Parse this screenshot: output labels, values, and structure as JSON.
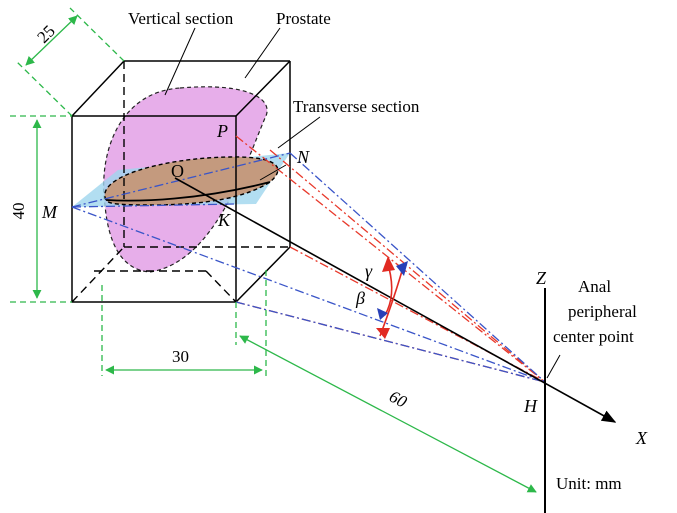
{
  "labels": {
    "vertical_section": "Vertical section",
    "prostate": "Prostate",
    "transverse_section": "Transverse section",
    "point_p": "P",
    "point_n": "N",
    "point_o": "O",
    "point_m": "M",
    "point_k": "K",
    "point_h": "H",
    "axis_z": "Z",
    "axis_x": "X",
    "angle_gamma": "γ",
    "angle_beta": "β",
    "anal_line1": "Anal",
    "anal_line2": "peripheral",
    "anal_line3": "center point",
    "unit": "Unit: mm"
  },
  "dimensions": {
    "depth": "25",
    "height": "40",
    "width": "30",
    "distance": "60"
  },
  "colors": {
    "vertical_section": "#e3a0e6",
    "transverse_section": "#9fd6ee",
    "intersection_fill": "#c49a7e",
    "dimension_green": "#2db84a",
    "red_dashdot": "#e8392b",
    "blue_dashdot": "#3a55c8",
    "angle_red": "#e12a22",
    "angle_blue": "#2840b8"
  }
}
